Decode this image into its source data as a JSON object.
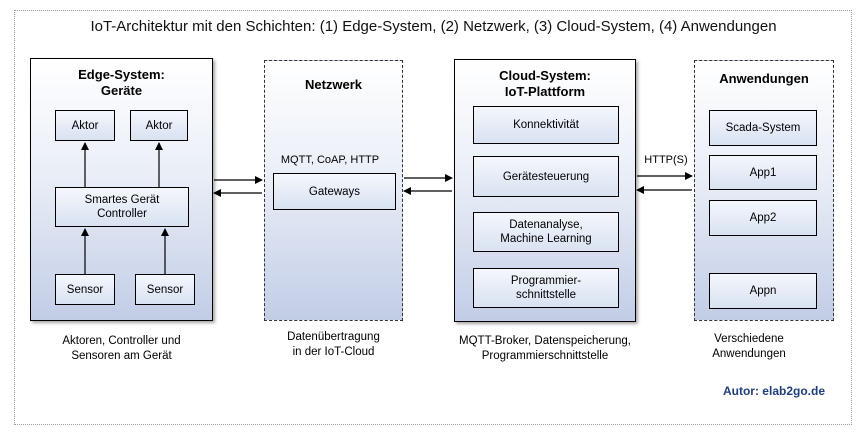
{
  "title": "IoT-Architektur mit den Schichten: (1) Edge-System, (2) Netzwerk, (3) Cloud-System, (4) Anwendungen",
  "edge": {
    "title": "Edge-System:\nGeräte",
    "actuator_1": "Aktor",
    "actuator_2": "Aktor",
    "controller": "Smartes Gerät\nController",
    "sensor_1": "Sensor",
    "sensor_2": "Sensor",
    "caption": "Aktoren, Controller und\nSensoren am Gerät"
  },
  "network": {
    "title": "Netzwerk",
    "protocols": "MQTT, CoAP, HTTP",
    "gateways": "Gateways",
    "caption": "Datenübertragung\nin der IoT-Cloud"
  },
  "cloud": {
    "title": "Cloud-System:\nIoT-Plattform",
    "items": [
      "Konnektivität",
      "Gerätesteuerung",
      "Datenanalyse,\nMachine Learning",
      "Programmier-\nschnittstelle"
    ],
    "caption": "MQTT-Broker, Datenspeicherung,\nProgrammierschnittstelle"
  },
  "apps": {
    "title": "Anwendungen",
    "protocol": "HTTP(S)",
    "items": [
      "Scada-System",
      "App1",
      "App2",
      "Appn"
    ],
    "caption": "Verschiedene\nAnwendungen"
  },
  "author": "Autor: elab2go.de"
}
